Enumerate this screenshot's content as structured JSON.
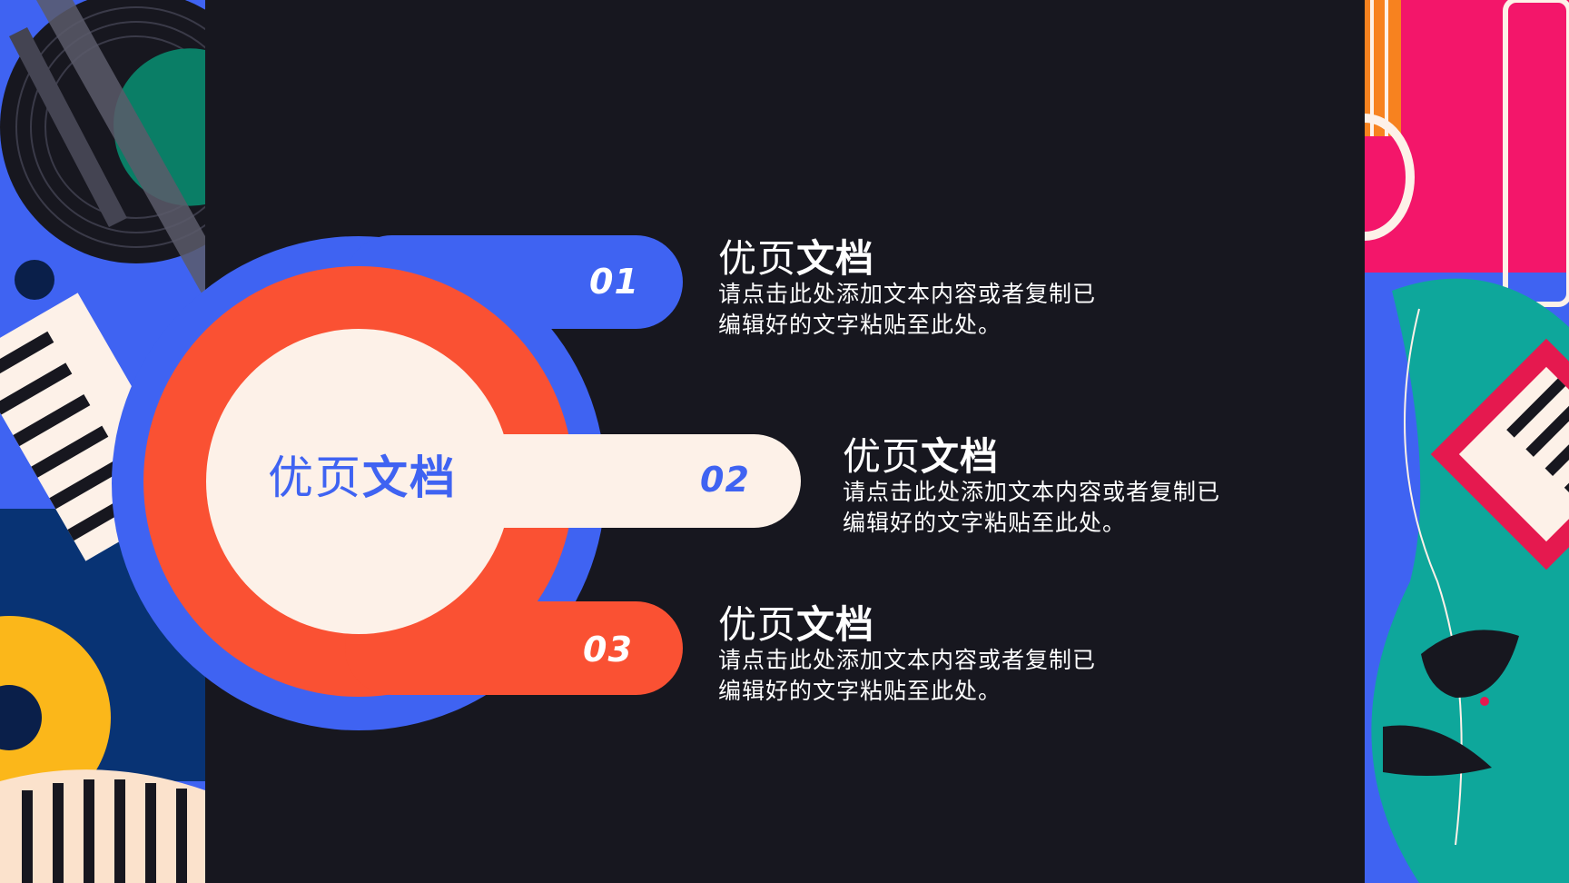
{
  "center": {
    "title_part1": "优页",
    "title_part2": "文档"
  },
  "items": [
    {
      "number": "01",
      "title_part1": "优页",
      "title_part2": "文档",
      "body_line1": "请点击此处添加文本内容或者复制已",
      "body_line2": "编辑好的文字粘贴至此处。"
    },
    {
      "number": "02",
      "title_part1": "优页",
      "title_part2": "文档",
      "body_line1": "请点击此处添加文本内容或者复制已",
      "body_line2": "编辑好的文字粘贴至此处。"
    },
    {
      "number": "03",
      "title_part1": "优页",
      "title_part2": "文档",
      "body_line1": "请点击此处添加文本内容或者复制已",
      "body_line2": "编辑好的文字粘贴至此处。"
    }
  ],
  "colors": {
    "background": "#17171f",
    "blue": "#3f63f2",
    "orange_red": "#fa5133",
    "cream": "#fdf1e8",
    "teal": "#0ea79b",
    "pink": "#f3166a",
    "yellow": "#fbb71a",
    "navy": "#083374"
  }
}
